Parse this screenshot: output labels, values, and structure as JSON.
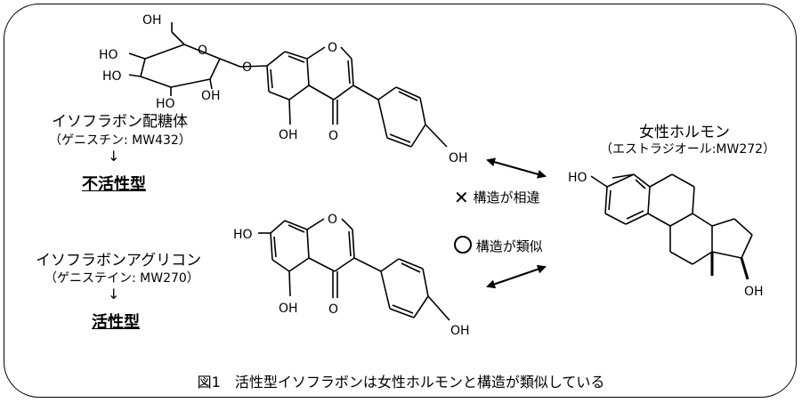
{
  "left": {
    "glycoside": {
      "name": "イソフラボン配糖体",
      "detail": "（ゲニスチン: MW432）",
      "arrow": "↓",
      "activity": "不活性型"
    },
    "aglycone": {
      "name": "イソフラボンアグリコン",
      "detail": "（ゲニステイン: MW270）",
      "arrow": "↓",
      "activity": "活性型"
    }
  },
  "right": {
    "name": "女性ホルモン",
    "detail": "（エストラジオール:MW272）"
  },
  "comparison": {
    "different": "構造が相違",
    "similar": "構造が類似"
  },
  "atoms": {
    "oh": "OH",
    "ho": "HO",
    "o": "O"
  },
  "caption": "図1　活性型イソフラボンは女性ホルモンと構造が類似している"
}
